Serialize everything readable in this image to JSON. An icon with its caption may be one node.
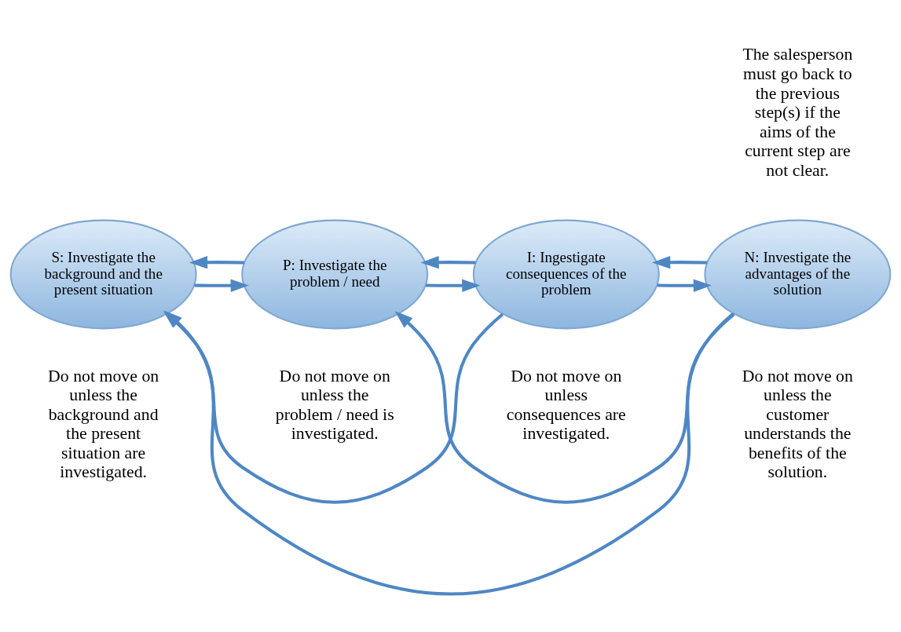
{
  "diagram": {
    "nodes": [
      {
        "text": [
          "S: Investigate the background and the present situation"
        ]
      },
      {
        "text": [
          "P: Investigate the problem / need"
        ]
      },
      {
        "text": [
          "I: Ingestigate consequences of the problem"
        ]
      },
      {
        "text": [
          "N: Investigate the advantages of the solution"
        ]
      }
    ],
    "edges": [
      {
        "from": 0,
        "to": 1,
        "arrow": "to"
      },
      {
        "from": 1,
        "to": 2,
        "arrow": "to"
      },
      {
        "from": 2,
        "to": 3,
        "arrow": "to"
      },
      {
        "from": 1,
        "to": 0,
        "arrow": "to"
      },
      {
        "from": 2,
        "to": 1,
        "arrow": "to"
      },
      {
        "from": 3,
        "to": 2,
        "arrow": "to"
      },
      {
        "from": 2,
        "to": 0,
        "arrow": "to"
      },
      {
        "from": 3,
        "to": 1,
        "arrow": "to"
      },
      {
        "from": 3,
        "to": 0,
        "arrow": "to"
      }
    ],
    "labels": [
      "The salesperson must go back to the previous step(s) if the aims of the current step are not clear.",
      "Do not move on unless the background and the present situation are investigated.",
      "Do not move on unless the problem / need is investigated.",
      "Do not move on unless consequences are investigated.",
      "Do not move on unless the customer understands the benefits of the solution."
    ]
  }
}
